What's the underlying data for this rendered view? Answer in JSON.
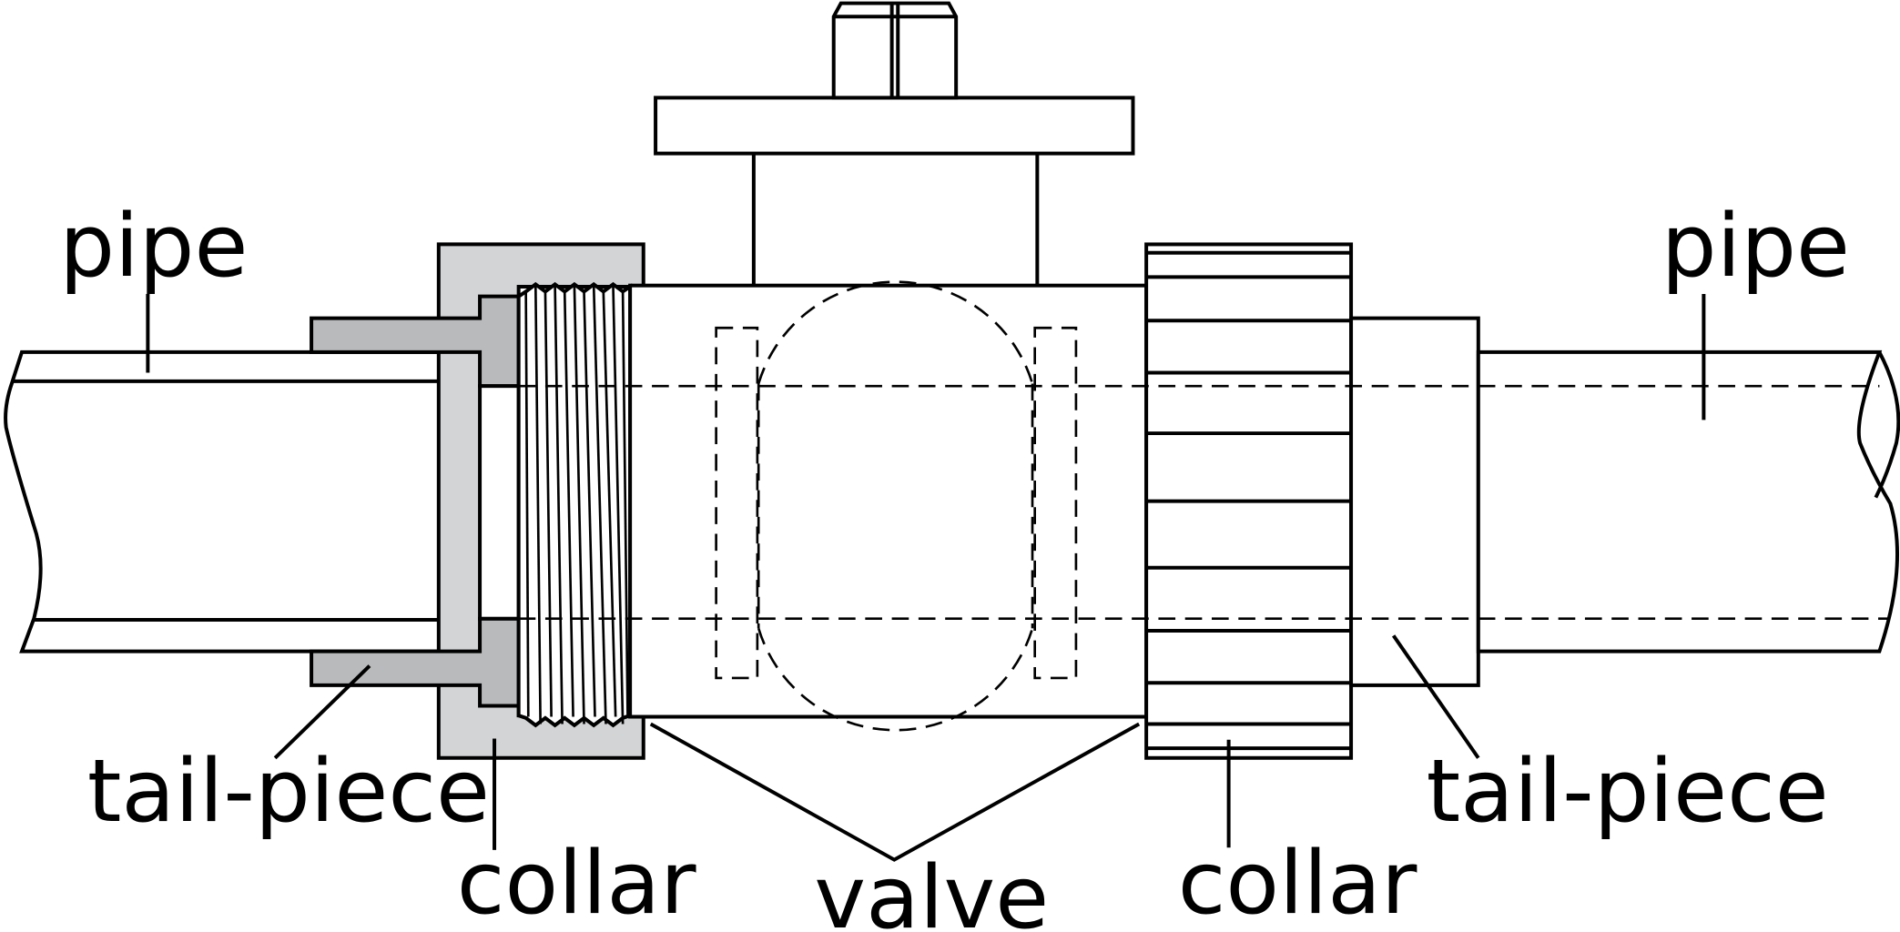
{
  "labels": {
    "pipe_left": "pipe",
    "pipe_right": "pipe",
    "tailpiece_left": "tail-piece",
    "tailpiece_right": "tail-piece",
    "collar_left": "collar",
    "collar_right": "collar",
    "valve": "valve"
  },
  "colors": {
    "tailpiece_fill": "#b9babc",
    "collar_fill": "#d3d4d6",
    "stroke": "#000000",
    "background": "#ffffff"
  }
}
